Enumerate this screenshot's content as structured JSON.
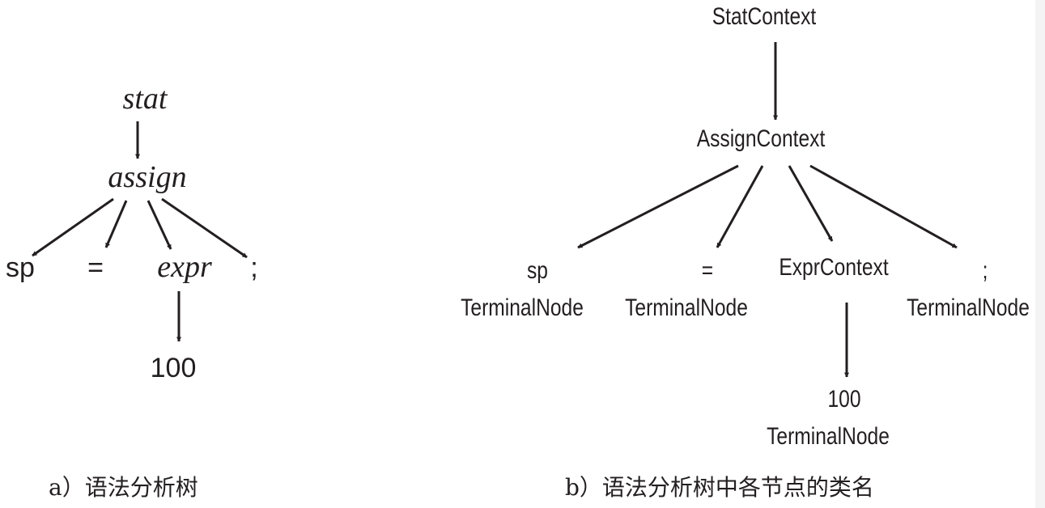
{
  "tree_a": {
    "root": "stat",
    "child": "assign",
    "leaves": [
      "sp",
      "=",
      "expr",
      ";"
    ],
    "grandchild": "100",
    "caption": "a）语法分析树"
  },
  "tree_b": {
    "root": "StatContext",
    "child": "AssignContext",
    "nodes": [
      {
        "label": "sp",
        "type": "TerminalNode"
      },
      {
        "label": "=",
        "type": "TerminalNode"
      },
      {
        "label": "ExprContext"
      },
      {
        "label": ";",
        "type": "TerminalNode"
      }
    ],
    "grandchild": {
      "label": "100",
      "type": "TerminalNode"
    },
    "caption": "b）语法分析树中各节点的类名"
  }
}
